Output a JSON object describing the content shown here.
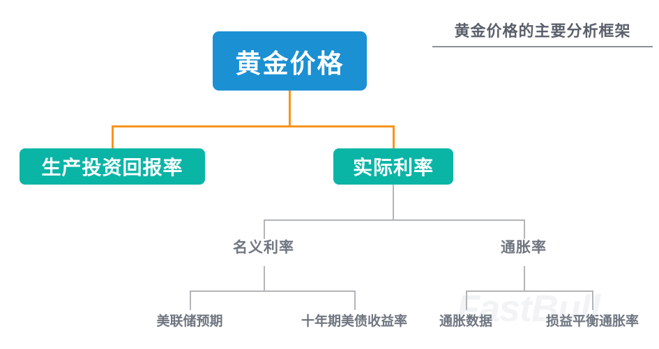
{
  "title": {
    "text": "黄金价格的主要分析框架"
  },
  "watermark": {
    "text": "FastBull"
  },
  "colors": {
    "root_box": "#1b90d3",
    "branch_box": "#0ab5a6",
    "orange_connector": "#f7941d",
    "gray_connector": "#b2b4b8",
    "text_gray": "#6f7580",
    "title_gray": "#5a5f6b",
    "watermark": "#f2f3f4"
  },
  "diagram": {
    "type": "tree",
    "root": {
      "label": "黄金价格"
    },
    "level2": [
      {
        "label": "生产投资回报率"
      },
      {
        "label": "实际利率"
      }
    ],
    "level3": [
      {
        "label": "名义利率"
      },
      {
        "label": "通胀率"
      }
    ],
    "level4": [
      {
        "label": "美联储预期"
      },
      {
        "label": "十年期美债收益率"
      },
      {
        "label": "通胀数据"
      },
      {
        "label": "损益平衡通胀率"
      }
    ]
  }
}
